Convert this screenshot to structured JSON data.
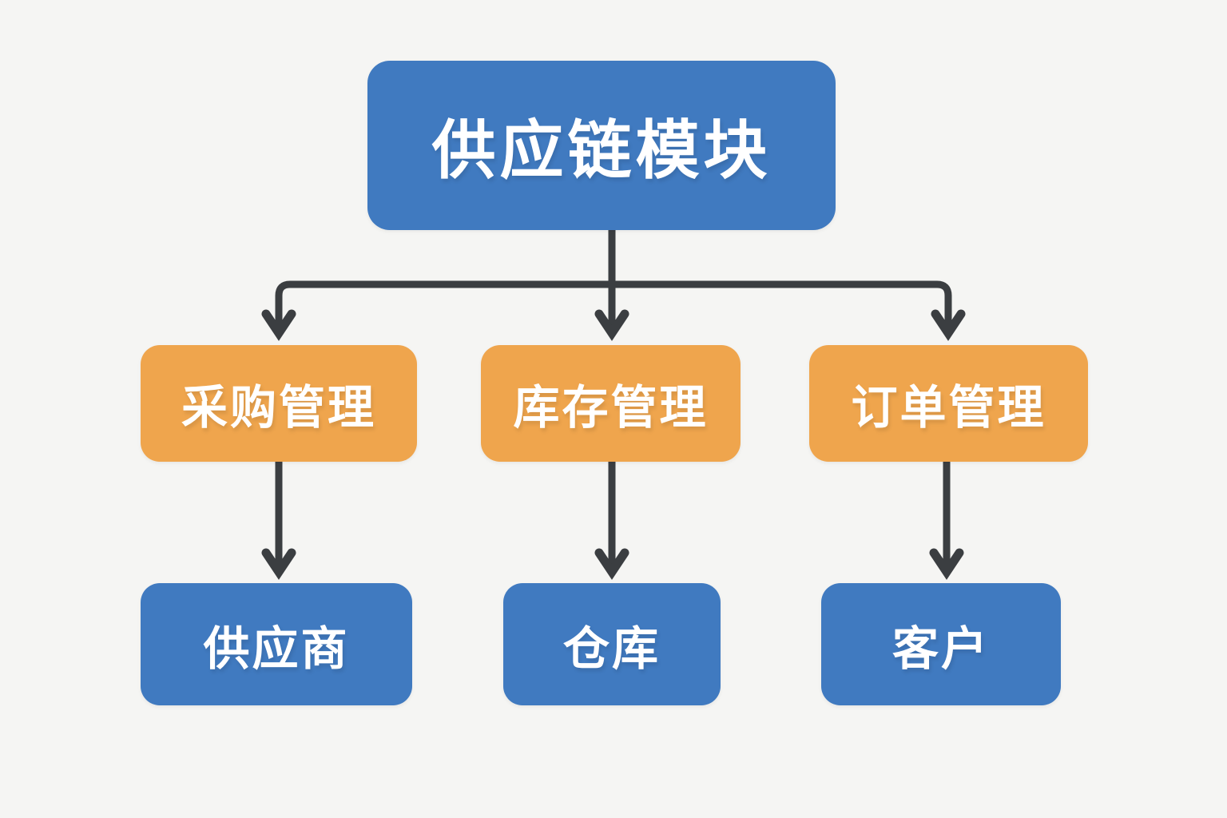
{
  "diagram": {
    "type": "flowchart",
    "direction": "top-down",
    "root": {
      "id": "supply-chain-module",
      "label": "供应链模块"
    },
    "level2": [
      {
        "id": "procurement-management",
        "label": "采购管理"
      },
      {
        "id": "inventory-management",
        "label": "库存管理"
      },
      {
        "id": "order-management",
        "label": "订单管理"
      }
    ],
    "level3": [
      {
        "id": "supplier",
        "label": "供应商"
      },
      {
        "id": "warehouse",
        "label": "仓库"
      },
      {
        "id": "customer",
        "label": "客户"
      }
    ],
    "edges": [
      {
        "from": "supply-chain-module",
        "to": "procurement-management"
      },
      {
        "from": "supply-chain-module",
        "to": "inventory-management"
      },
      {
        "from": "supply-chain-module",
        "to": "order-management"
      },
      {
        "from": "procurement-management",
        "to": "supplier"
      },
      {
        "from": "inventory-management",
        "to": "warehouse"
      },
      {
        "from": "order-management",
        "to": "customer"
      }
    ],
    "colors": {
      "blue_node": "#407ac0",
      "orange_node": "#efa54d",
      "connector": "#3b3e41",
      "background": "#f5f5f3",
      "text": "#ffffff"
    }
  }
}
